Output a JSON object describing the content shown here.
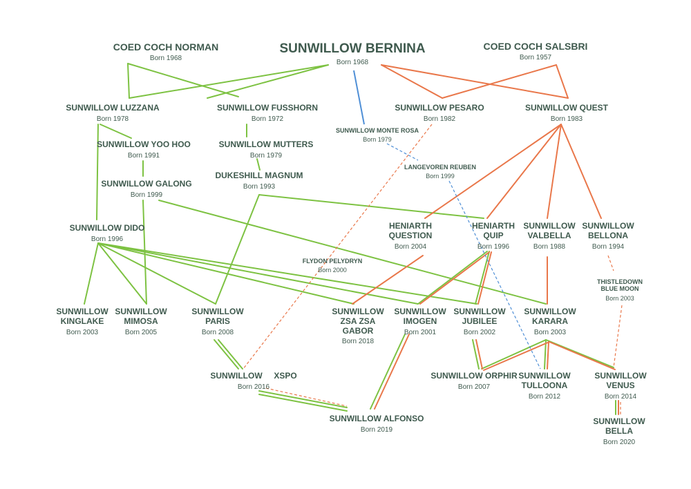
{
  "colors": {
    "green": "#7dc242",
    "orange": "#e9774a",
    "blue": "#4f8fd6",
    "text": "#3f5a4e"
  },
  "nodes": {
    "bernina": {
      "name": "SUNWILLOW BERNINA",
      "born": "Born 1968"
    },
    "norman": {
      "name": "COED COCH NORMAN",
      "born": "Born 1968"
    },
    "salsbri": {
      "name": "COED COCH SALSBRI",
      "born": "Born 1957"
    },
    "luzzana": {
      "name": "SUNWILLOW LUZZANA",
      "born": "Born 1978"
    },
    "fusshorn": {
      "name": "SUNWILLOW FUSSHORN",
      "born": "Born 1972"
    },
    "pesaro": {
      "name": "SUNWILLOW PESARO",
      "born": "Born 1982"
    },
    "quest": {
      "name": "SUNWILLOW QUEST",
      "born": "Born 1983"
    },
    "monterosa": {
      "name": "SUNWILLOW MONTE ROSA",
      "born": "Born 1979"
    },
    "yoohoo": {
      "name": "SUNWILLOW YOO HOO",
      "born": "Born 1991"
    },
    "mutters": {
      "name": "SUNWILLOW MUTTERS",
      "born": "Born 1979"
    },
    "reuben": {
      "name": "LANGEVOREN REUBEN",
      "born": "Born 1999"
    },
    "galong": {
      "name": "SUNWILLOW GALONG",
      "born": "Born 1999"
    },
    "magnum": {
      "name": "DUKESHILL MAGNUM",
      "born": "Born 1993"
    },
    "dido": {
      "name": "SUNWILLOW DIDO",
      "born": "Born 1996"
    },
    "question": {
      "name1": "HENIARTH",
      "name2": "QUESTION",
      "born": "Born 2004"
    },
    "quip": {
      "name1": "HENIARTH",
      "name2": "QUIP",
      "born": "Born 1996"
    },
    "valbella": {
      "name1": "SUNWILLOW",
      "name2": "VALBELLA",
      "born": "Born 1988"
    },
    "bellona": {
      "name1": "SUNWILLOW",
      "name2": "BELLONA",
      "born": "Born 1994"
    },
    "pelydryn": {
      "name": "FLYDON PELYDRYN",
      "born": "Born 2000"
    },
    "bluemoon": {
      "name1": "THISTLEDOWN",
      "name2": "BLUE MOON",
      "born": "Born 2003"
    },
    "kinglake": {
      "name1": "SUNWILLOW",
      "name2": "KINGLAKE",
      "born": "Born 2003"
    },
    "mimosa": {
      "name1": "SUNWILLOW",
      "name2": "MIMOSA",
      "born": "Born 2005"
    },
    "paris": {
      "name1": "SUNWILLOW",
      "name2": "PARIS",
      "born": "Born 2008"
    },
    "zsazsa": {
      "name1": "SUNWILLOW",
      "name2": "ZSA ZSA",
      "name3": "GABOR",
      "born": "Born 2018"
    },
    "imogen": {
      "name1": "SUNWILLOW",
      "name2": "IMOGEN",
      "born": "Born 2001"
    },
    "jubilee": {
      "name1": "SUNWILLOW",
      "name2": "JUBILEE",
      "born": "Born 2002"
    },
    "karara": {
      "name1": "SUNWILLOW",
      "name2": "KARARA",
      "born": "Born 2003"
    },
    "xspo": {
      "name": "SUNWILLOW     XSPO",
      "born": "Born 2016"
    },
    "orphir": {
      "name": "SUNWILLOW ORPHIR",
      "born": "Born 2007"
    },
    "tulloona": {
      "name1": "SUNWILLOW",
      "name2": "TULLOONA",
      "born": "Born 2012"
    },
    "venus": {
      "name1": "SUNWILLOW",
      "name2": "VENUS",
      "born": "Born 2014"
    },
    "alfonso": {
      "name": "SUNWILLOW ALFONSO",
      "born": "Born 2019"
    },
    "bella": {
      "name1": "SUNWILLOW",
      "name2": "BELLA",
      "born": "Born 2020"
    }
  }
}
